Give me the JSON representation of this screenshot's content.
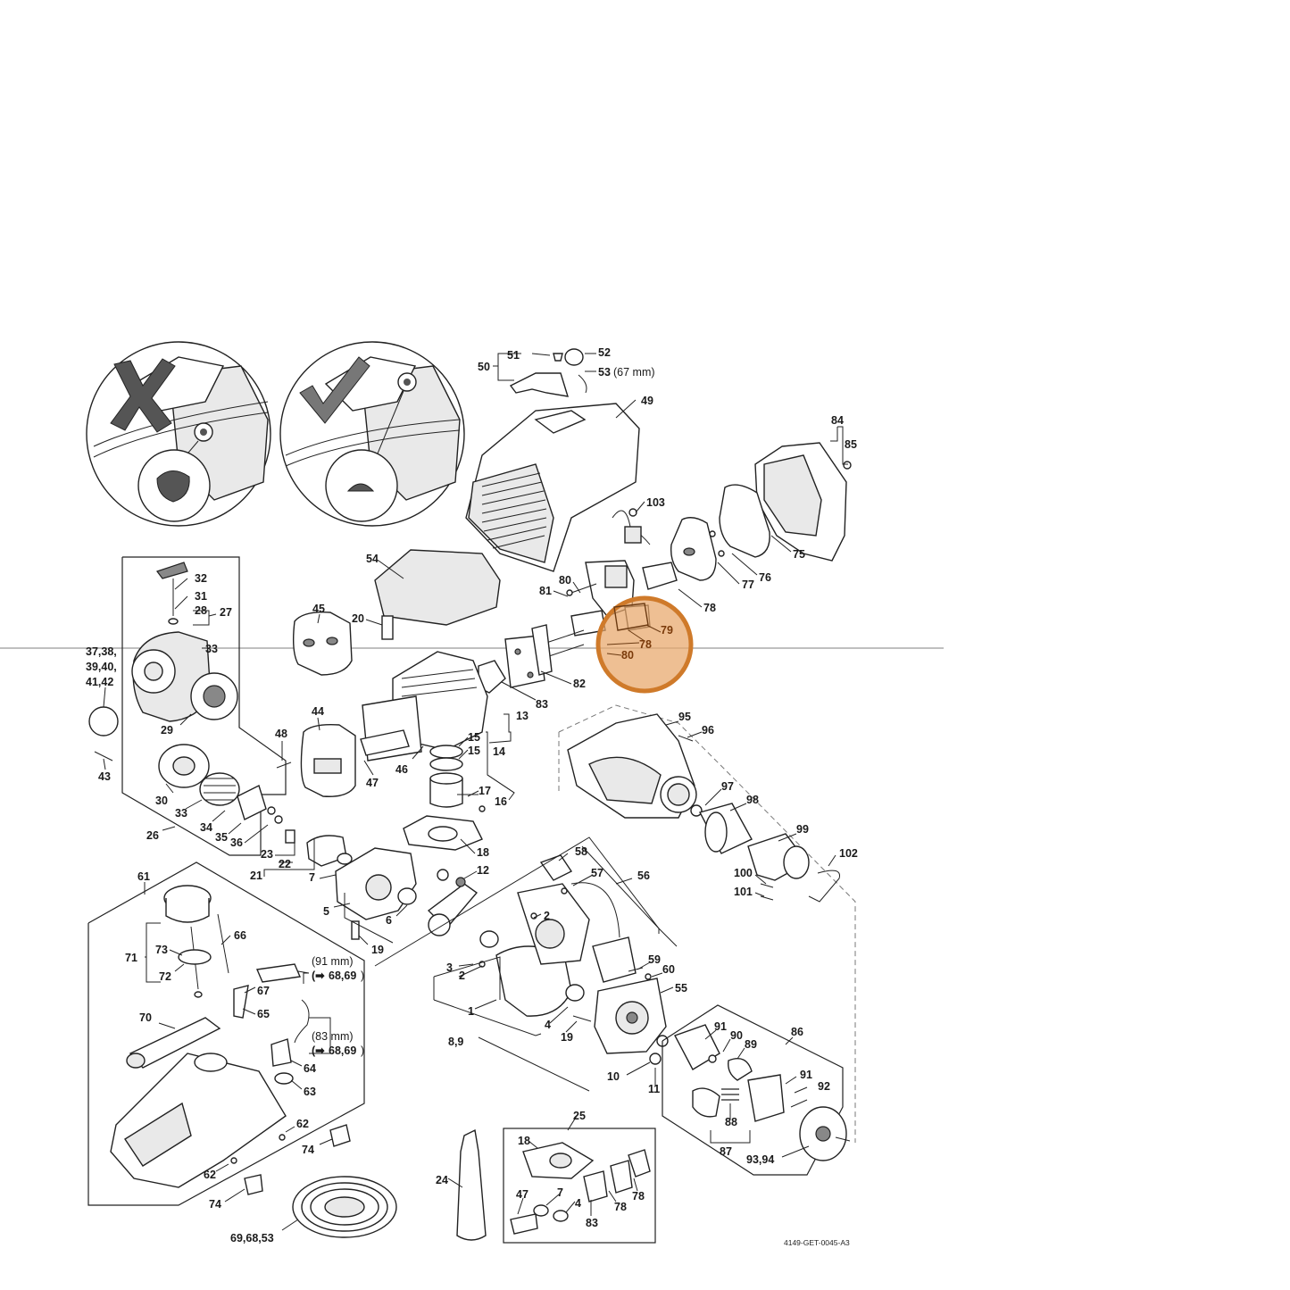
{
  "diagram_id": "4149-GET-0045-A3",
  "highlight": {
    "color": "#e8a66a",
    "stroke": "#cf7a2a",
    "labels": [
      "79",
      "78",
      "80"
    ]
  },
  "guide_line_color": "#999999",
  "labels": {
    "l51": "51",
    "l52": "52",
    "l53": "53",
    "l53_note": "(67 mm)",
    "l50": "50",
    "l49": "49",
    "l84": "84",
    "l85": "85",
    "l103": "103",
    "l75": "75",
    "l76": "76",
    "l77": "77",
    "l78a": "78",
    "l80a": "80",
    "l81": "81",
    "l54": "54",
    "l32": "32",
    "l31": "31",
    "l28": "28",
    "l27": "27",
    "l45": "45",
    "l20": "20",
    "l33a": "33",
    "l37_line1": "37,38,",
    "l37_line2": "39,40,",
    "l37_line3": "41,42",
    "l82": "82",
    "l83a": "83",
    "l13": "13",
    "l29": "29",
    "l44": "44",
    "l48": "48",
    "l43": "43",
    "l15a": "15",
    "l15b": "15",
    "l14": "14",
    "l46": "46",
    "l47a": "47",
    "l17": "17",
    "l16": "16",
    "l30": "30",
    "l33b": "33",
    "l34": "34",
    "l35": "35",
    "l36": "36",
    "l26": "26",
    "l95": "95",
    "l96": "96",
    "l97": "97",
    "l98": "98",
    "l99": "99",
    "l102": "102",
    "l100": "100",
    "l101": "101",
    "l18a": "18",
    "l23": "23",
    "l22": "22",
    "l21": "21",
    "l58": "58",
    "l57": "57",
    "l56": "56",
    "l12": "12",
    "l7a": "7",
    "l5": "5",
    "l6": "6",
    "l61": "61",
    "l66": "66",
    "l73": "73",
    "l71": "71",
    "l72": "72",
    "l19a": "19",
    "l2a": "2",
    "l91mm": "(91 mm)",
    "l6869a": "68,69",
    "l67": "67",
    "l59": "59",
    "l60": "60",
    "l3": "3",
    "l2b": "2",
    "l55": "55",
    "l70": "70",
    "l65": "65",
    "l1": "1",
    "l4a": "4",
    "l19b": "19",
    "l83mm": "(83 mm)",
    "l6869b": "68,69",
    "l86": "86",
    "l91a": "91",
    "l90": "90",
    "l89": "89",
    "l8_9": "8,9",
    "l64": "64",
    "l63": "63",
    "l10": "10",
    "l11": "11",
    "l91b": "91",
    "l92": "92",
    "l88": "88",
    "l87": "87",
    "l93_94": "93,94",
    "l62a": "62",
    "l74a": "74",
    "l25": "25",
    "l18b": "18",
    "l24": "24",
    "l62b": "62",
    "l74b": "74",
    "l47b": "47",
    "l7b": "7",
    "l4b": "4",
    "l78b": "78",
    "l78c": "78",
    "l83b": "83",
    "l69_68_53": "69,68,53"
  }
}
